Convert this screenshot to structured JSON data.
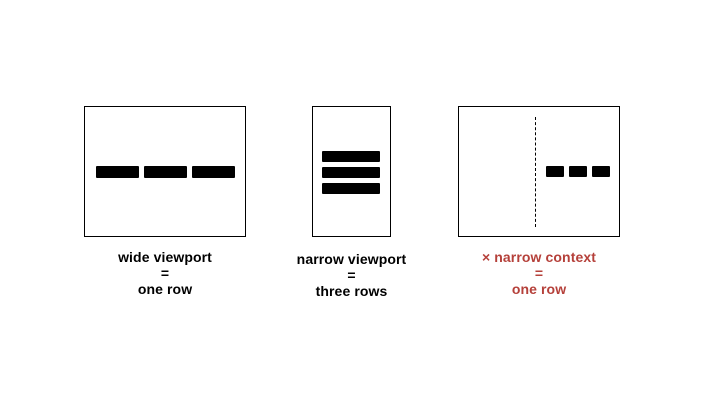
{
  "colors": {
    "ink": "#000000",
    "warning": "#b5403a",
    "background": "#ffffff"
  },
  "panels": [
    {
      "id": "wide",
      "caption": {
        "line1": "wide viewport",
        "line2": "=",
        "line3": "one row",
        "icon": ""
      }
    },
    {
      "id": "narrow",
      "caption": {
        "line1": "narrow viewport",
        "line2": "=",
        "line3": "three rows",
        "icon": ""
      }
    },
    {
      "id": "context",
      "caption": {
        "line1": "narrow context",
        "line2": "=",
        "line3": "one row",
        "icon": "×"
      }
    }
  ]
}
